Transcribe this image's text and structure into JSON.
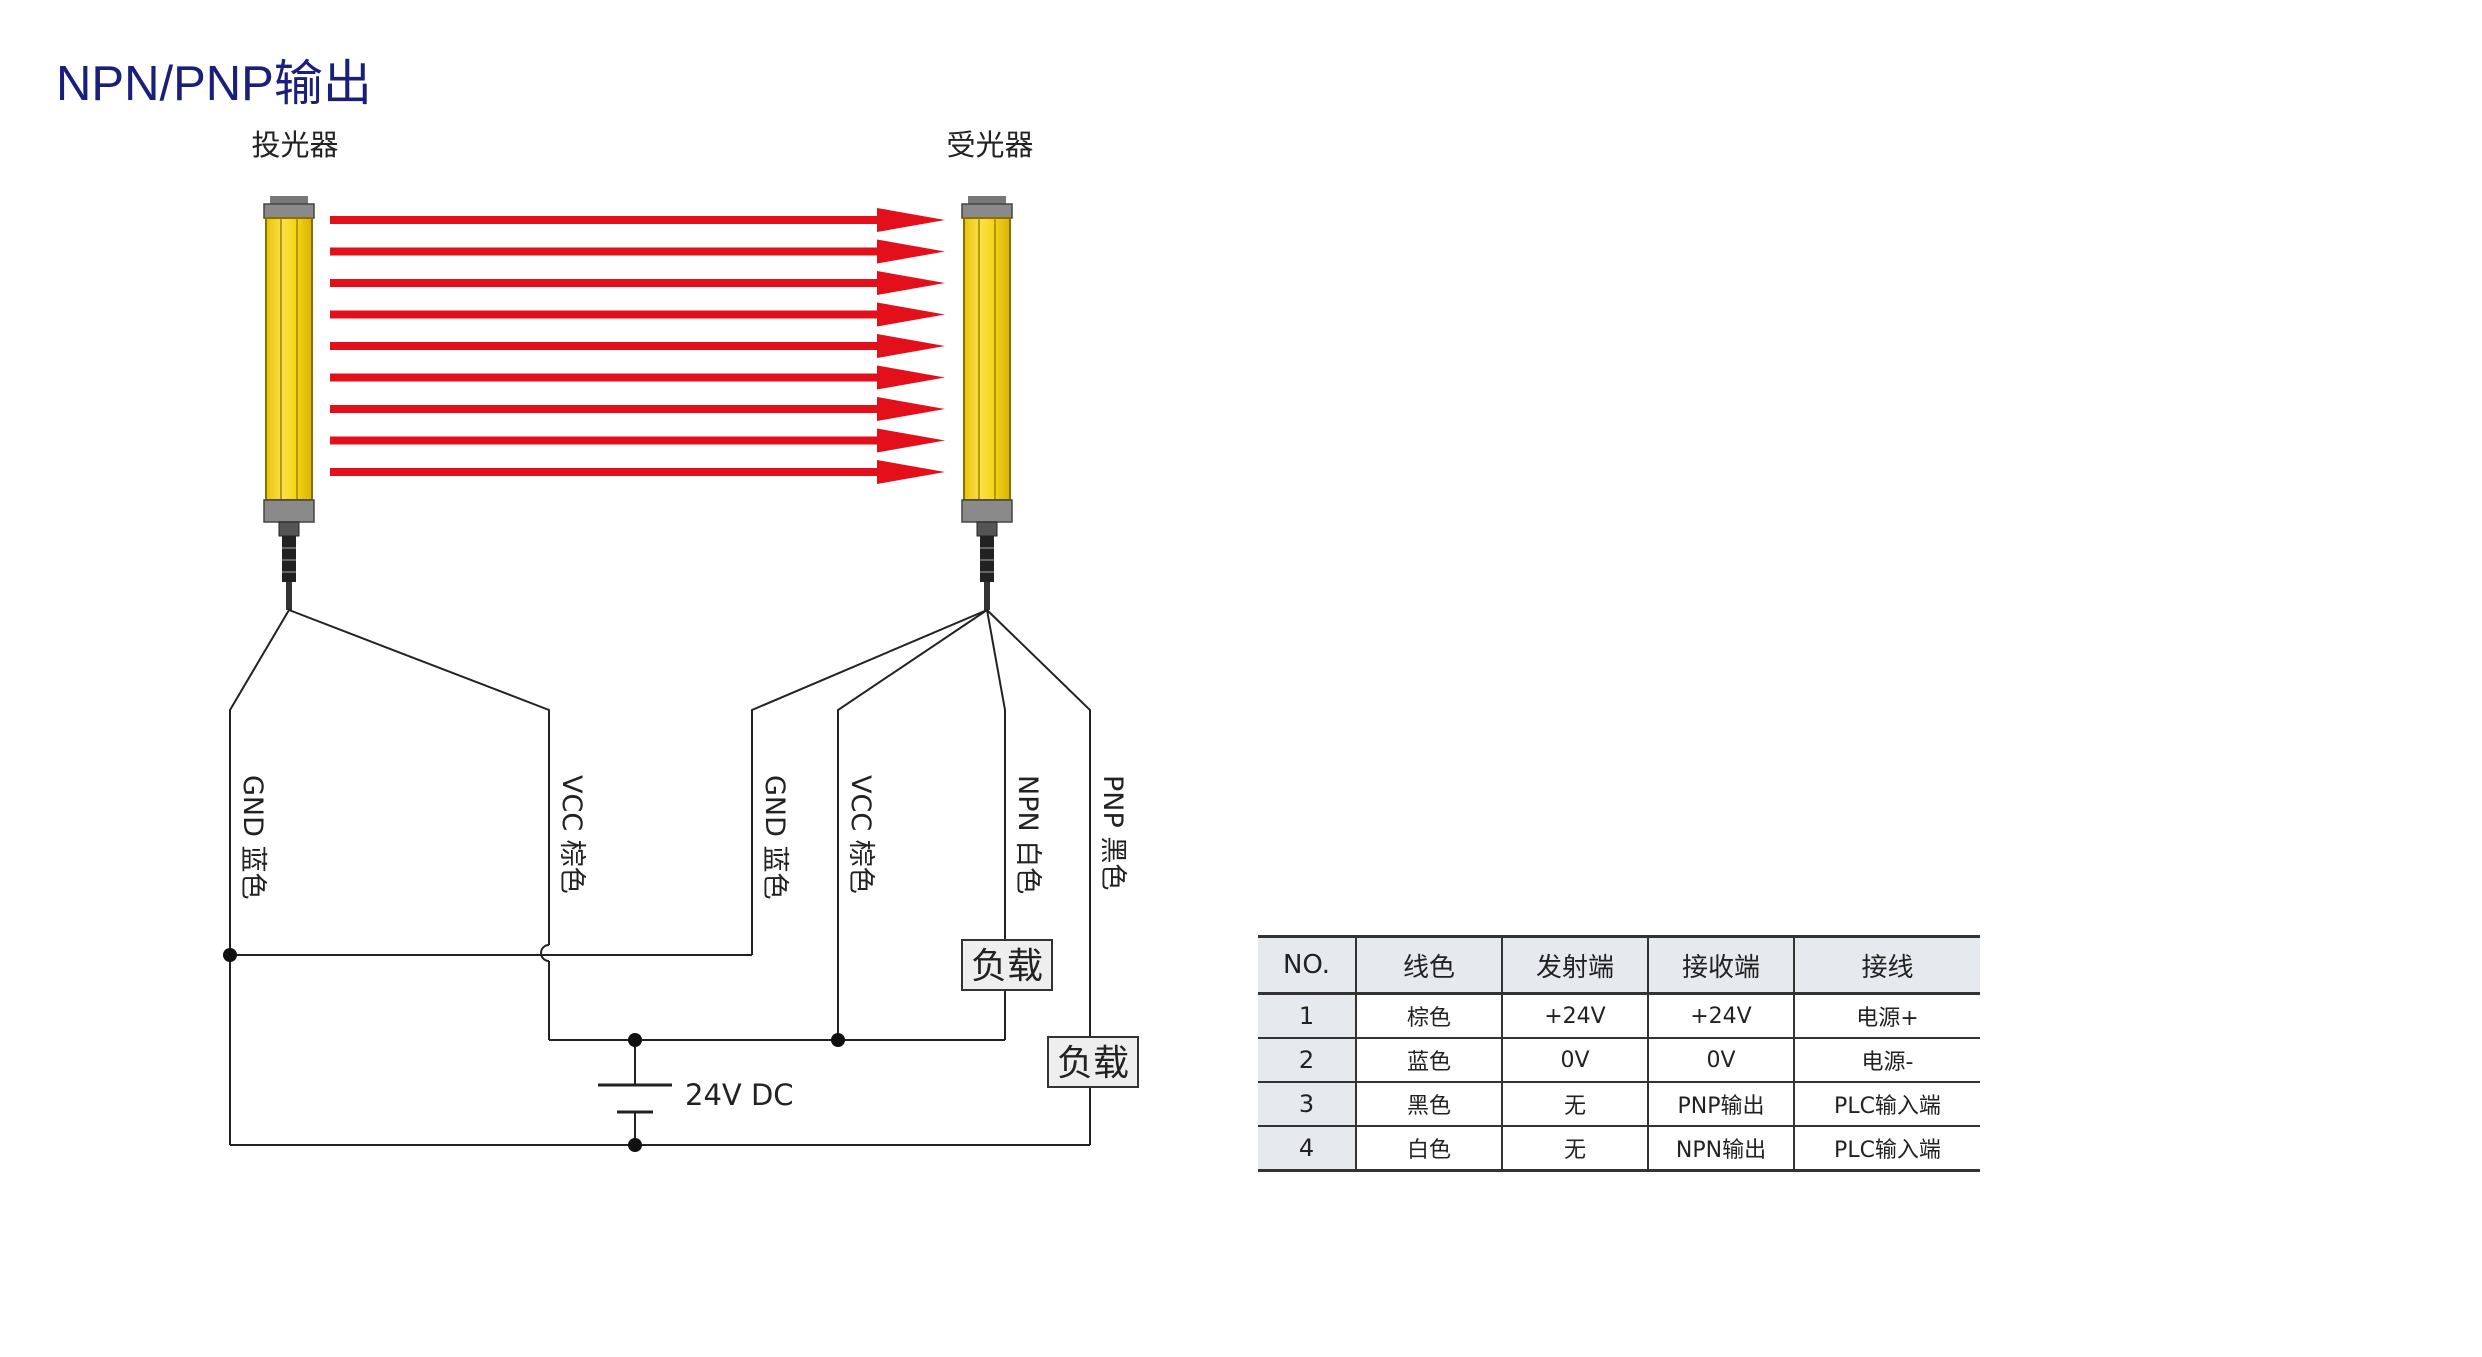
{
  "title": "NPN/PNP输出",
  "emitter_label": "投光器",
  "receiver_label": "受光器",
  "beam_count": 9,
  "colors": {
    "title": "#1a1f7a",
    "beam": "#e3101b",
    "housing": "#f7d417",
    "wire": "#222222",
    "table_header_bg": "#e6e9ed"
  },
  "wire_labels": {
    "emitter_gnd": "GND 蓝色",
    "emitter_vcc": "VCC 棕色",
    "receiver_gnd": "GND 蓝色",
    "receiver_vcc": "VCC 棕色",
    "npn": "NPN 白色",
    "pnp": "PNP 黑色"
  },
  "load_label": "负载",
  "supply_label": "24V DC",
  "table": {
    "headers": [
      "NO.",
      "线色",
      "发射端",
      "接收端",
      "接线"
    ],
    "rows": [
      [
        "1",
        "棕色",
        "+24V",
        "+24V",
        "电源+"
      ],
      [
        "2",
        "蓝色",
        "0V",
        "0V",
        "电源-"
      ],
      [
        "3",
        "黑色",
        "无",
        "PNP输出",
        "PLC输入端"
      ],
      [
        "4",
        "白色",
        "无",
        "NPN输出",
        "PLC输入端"
      ]
    ]
  }
}
